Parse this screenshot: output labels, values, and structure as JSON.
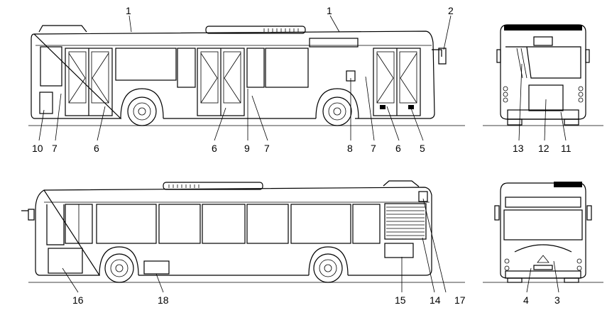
{
  "callouts": {
    "top_side": [
      "1",
      "1",
      "2",
      "10",
      "7",
      "6",
      "6",
      "9",
      "7",
      "8",
      "7",
      "6",
      "5"
    ],
    "rear": [
      "13",
      "12",
      "11"
    ],
    "bottom_side": [
      "16",
      "18",
      "15",
      "14",
      "17"
    ],
    "front": [
      "4",
      "3"
    ]
  }
}
